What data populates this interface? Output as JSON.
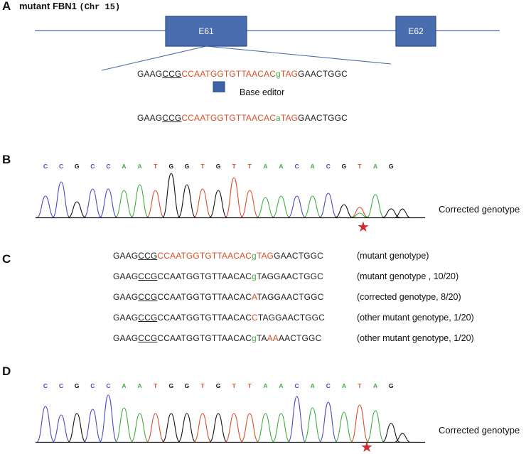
{
  "panel_a": {
    "label": "A",
    "gene": "mutant FBN1",
    "chromosome": "(Chr 15)",
    "exons": [
      "E61",
      "E62"
    ],
    "edit_label": "Base editor",
    "seq_before": [
      {
        "t": "GAAG",
        "s": "n"
      },
      {
        "t": "CCG",
        "s": "nu"
      },
      {
        "t": "CCAATGGTGTTAACAC",
        "s": "r"
      },
      {
        "t": "g",
        "s": "g"
      },
      {
        "t": "TAG",
        "s": "r"
      },
      {
        "t": "GAACTGGC",
        "s": "n"
      }
    ],
    "seq_after": [
      {
        "t": "GAAG",
        "s": "n"
      },
      {
        "t": "CCG",
        "s": "nu"
      },
      {
        "t": "CCAATGGTGTTAACAC",
        "s": "r"
      },
      {
        "t": "a",
        "s": "g"
      },
      {
        "t": "TAG",
        "s": "r"
      },
      {
        "t": "GAACTGGC",
        "s": "n"
      }
    ]
  },
  "panel_b": {
    "label": "B",
    "bases": [
      "C",
      "C",
      "G",
      "C",
      "C",
      "A",
      "A",
      "T",
      "G",
      "G",
      "T",
      "G",
      "T",
      "T",
      "A",
      "A",
      "C",
      "A",
      "C",
      "G",
      "T",
      "A",
      "G"
    ],
    "side_label": "Corrected genotype",
    "star": "★"
  },
  "panel_c": {
    "label": "C",
    "rows": [
      {
        "seq": [
          {
            "t": "GAAG",
            "s": "n"
          },
          {
            "t": "CCG",
            "s": "nu"
          },
          {
            "t": "CCAATGGTGTTAACAC",
            "s": "r"
          },
          {
            "t": "g",
            "s": "g"
          },
          {
            "t": "TAG",
            "s": "r"
          },
          {
            "t": "GAACTGGC",
            "s": "n"
          }
        ],
        "genotype": "(mutant genotype)"
      },
      {
        "seq": [
          {
            "t": "GAAG",
            "s": "n"
          },
          {
            "t": "CCG",
            "s": "nu"
          },
          {
            "t": "CCAATGGTGTTAACAC",
            "s": "n"
          },
          {
            "t": "g",
            "s": "g"
          },
          {
            "t": "TAGGAACTGGC",
            "s": "n"
          }
        ],
        "genotype": "(mutant genotype , 10/20)"
      },
      {
        "seq": [
          {
            "t": "GAAG",
            "s": "n"
          },
          {
            "t": "CCG",
            "s": "nu"
          },
          {
            "t": "CCAATGGTGTTAACAC",
            "s": "n"
          },
          {
            "t": "A",
            "s": "r"
          },
          {
            "t": "TAGGAACTGGC",
            "s": "n"
          }
        ],
        "genotype": "(corrected genotype, 8/20)"
      },
      {
        "seq": [
          {
            "t": "GAAG",
            "s": "n"
          },
          {
            "t": "CCG",
            "s": "nu"
          },
          {
            "t": "CCAATGGTGTTAACAC",
            "s": "n"
          },
          {
            "t": "C",
            "s": "r"
          },
          {
            "t": "TAGGAACTGGC",
            "s": "n"
          }
        ],
        "genotype": "(other mutant genotype, 1/20)"
      },
      {
        "seq": [
          {
            "t": "GAAG",
            "s": "n"
          },
          {
            "t": "CCG",
            "s": "nu"
          },
          {
            "t": "CCAATGGTGTTAACAC",
            "s": "n"
          },
          {
            "t": "g",
            "s": "g"
          },
          {
            "t": "TA",
            "s": "n"
          },
          {
            "t": "AA",
            "s": "r"
          },
          {
            "t": "AACTGGC",
            "s": "n"
          }
        ],
        "genotype": "(other mutant  genotype, 1/20)"
      }
    ]
  },
  "panel_d": {
    "label": "D",
    "bases": [
      "C",
      "C",
      "G",
      "C",
      "C",
      "A",
      "A",
      "T",
      "G",
      "G",
      "T",
      "G",
      "T",
      "T",
      "A",
      "A",
      "C",
      "A",
      "C",
      "A",
      "T",
      "A",
      "G"
    ],
    "side_label": "Corrected genotype",
    "star": "★"
  },
  "colors": {
    "exon_fill": "#4a6db0",
    "exon_stroke": "#2a4a8a",
    "line": "#4a6aa8",
    "arrow": "#3d62a8",
    "seq_red": "#d94f2a",
    "seq_green": "#4daa46",
    "base_C": "#4a4ac8",
    "base_G": "#111111",
    "base_A": "#3fae3f",
    "base_T": "#d94f2a",
    "star": "#d42c2c"
  }
}
